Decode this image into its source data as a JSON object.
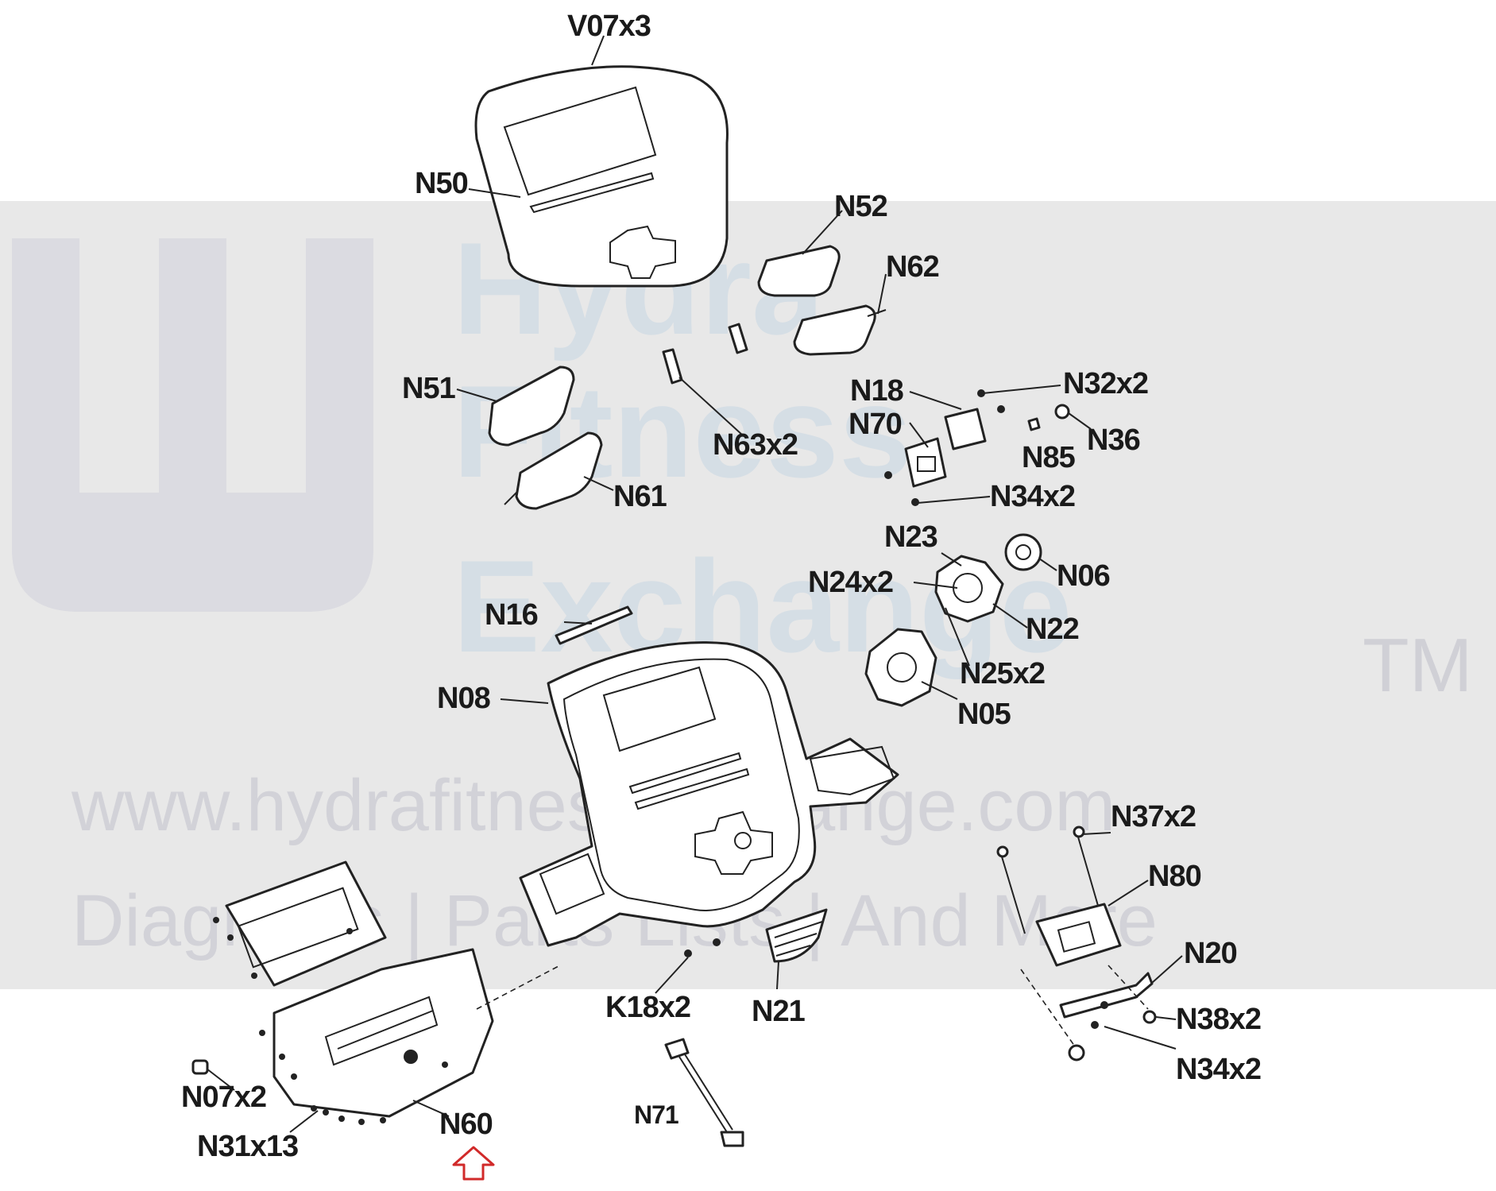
{
  "watermark": {
    "brand_words": [
      "Hydra",
      "Fitness",
      "Exchange"
    ],
    "trademark": "TM",
    "url": "www.hydrafitnessexchange.com",
    "tagline": "Diagrams | Parts Lists | And More"
  },
  "callouts": {
    "V07x3": "V07x3",
    "N50": "N50",
    "N52": "N52",
    "N62": "N62",
    "N51": "N51",
    "N63x2": "N63x2",
    "N18": "N18",
    "N32x2": "N32x2",
    "N70": "N70",
    "N36": "N36",
    "N85": "N85",
    "N34x2_top": "N34x2",
    "N61": "N61",
    "N23": "N23",
    "N06": "N06",
    "N24x2": "N24x2",
    "N22": "N22",
    "N16": "N16",
    "N25x2": "N25x2",
    "N05": "N05",
    "N08": "N08",
    "N37x2": "N37x2",
    "N80": "N80",
    "N20": "N20",
    "K18x2": "K18x2",
    "N21": "N21",
    "N38x2": "N38x2",
    "N34x2_bottom": "N34x2",
    "N07x2": "N07x2",
    "N71": "N71",
    "N60": "N60",
    "N31x13": "N31x13"
  },
  "highlight": {
    "target": "N60",
    "marker_icon": "up-arrow-outline-icon",
    "color": "#d12a2a"
  },
  "colors": {
    "line": "#222222",
    "watermark_band": "#e8e8e8",
    "watermark_blue": "#c7d6e3",
    "watermark_gray": "#b9b9c6"
  }
}
